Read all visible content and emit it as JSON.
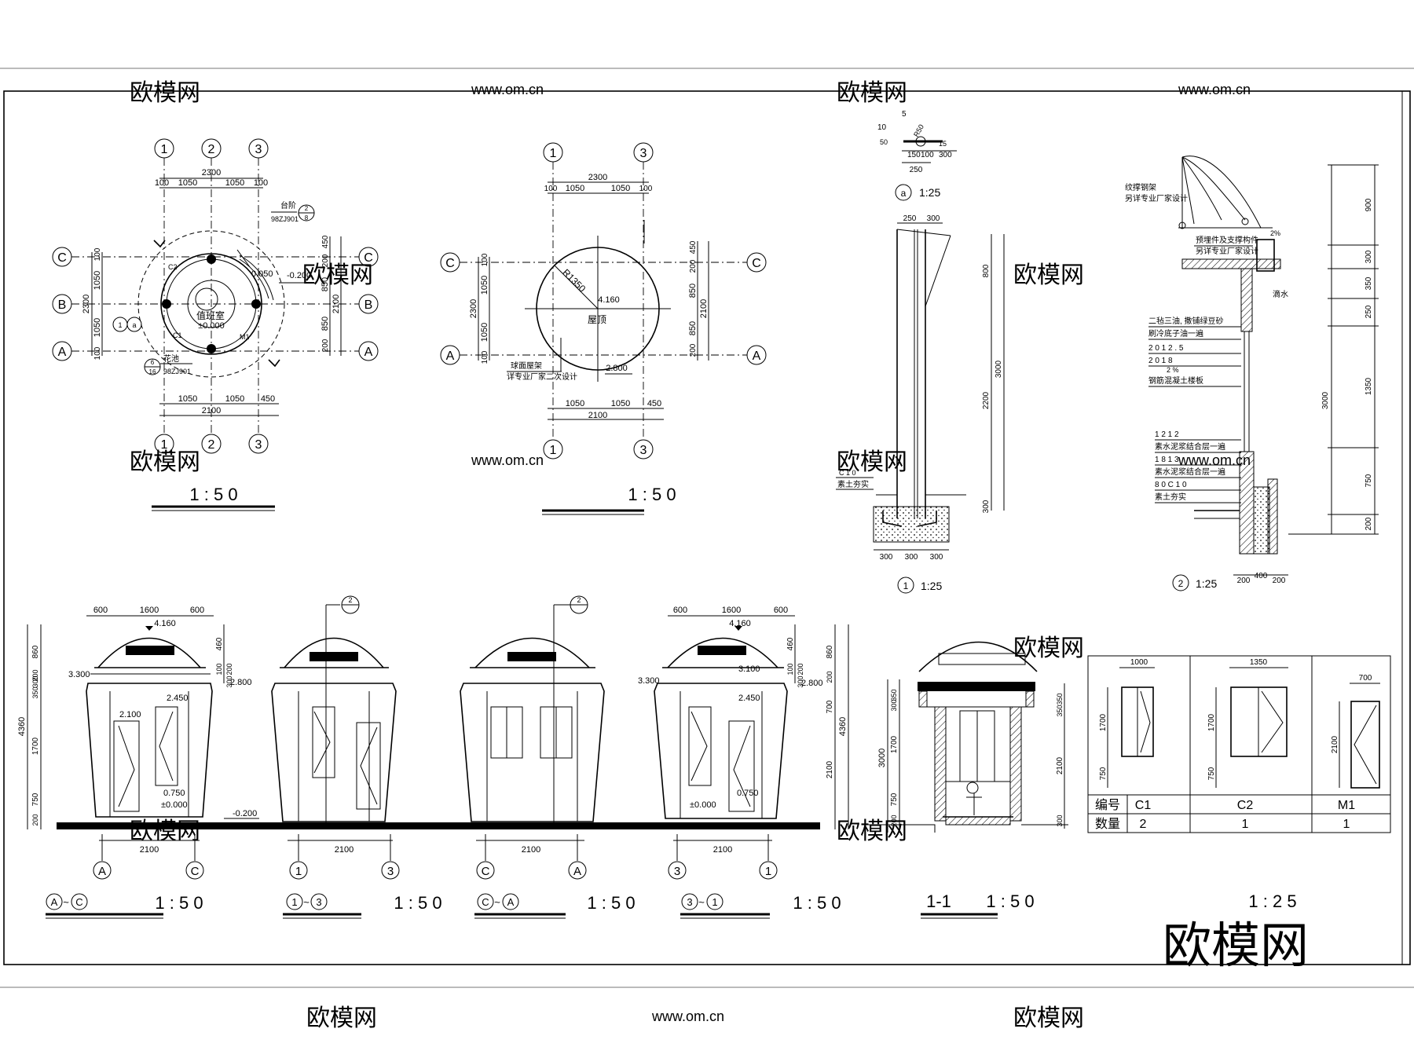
{
  "watermark": {
    "brand": "欧模网",
    "domain": "www.om.cn",
    "logo_text": "欧模网"
  },
  "plan": {
    "grid_top": [
      "1",
      "2",
      "3"
    ],
    "grid_bottom": [
      "1",
      "2",
      "3"
    ],
    "grid_left": [
      "C",
      "B",
      "A"
    ],
    "grid_right": [
      "C",
      "B",
      "A"
    ],
    "dim_total_top": "2300",
    "dim_segments_top": [
      "100",
      "1050",
      "1050",
      "100"
    ],
    "dim_segments_bottom": [
      "1050",
      "1050",
      "450"
    ],
    "dim_total_bottom": "2100",
    "dim_left_total": "2300",
    "dim_left_segments": [
      "100",
      "1050",
      "1050",
      "100"
    ],
    "dim_right_segments": [
      "200",
      "850",
      "850",
      "200",
      "450"
    ],
    "dim_right_total": "2100",
    "room_label": "值班室",
    "floor_level": "±0.000",
    "outside_level": "-0.200",
    "step_level": "0.050",
    "step_label": "台阶",
    "step_ref": "98ZJ901",
    "step_ref_num": "2",
    "step_ref_den": "8",
    "planter_label": "花池",
    "planter_ref": "98ZJ901",
    "planter_ref_num": "6",
    "planter_ref_den": "16",
    "detail_ref": "a",
    "section_ref": "1",
    "window_c1": "C1",
    "window_c2": "C2",
    "door_m1": "M1",
    "scale": "1 : 5 0"
  },
  "roof_plan": {
    "grid_top": [
      "1",
      "3"
    ],
    "grid_bottom": [
      "1",
      "3"
    ],
    "grid_left": [
      "C",
      "A"
    ],
    "grid_right": [
      "C",
      "A"
    ],
    "dim_total_top": "2300",
    "dim_segments_top": [
      "100",
      "1050",
      "1050",
      "100"
    ],
    "dim_segments_bottom": [
      "1050",
      "1050",
      "450"
    ],
    "dim_total_bottom": "2100",
    "dim_left_total": "2300",
    "dim_left_segments": [
      "100",
      "1050",
      "1050",
      "100"
    ],
    "dim_right_segments": [
      "200",
      "850",
      "850",
      "200",
      "450"
    ],
    "dim_right_total": "2100",
    "radius": "R1350",
    "roof_level": "4.160",
    "roof_label": "屋顶",
    "eave_level": "2.800",
    "note_line1": "球面屋架",
    "note_line2": "详专业厂家二次设计",
    "scale": "1 : 5 0"
  },
  "detail_a": {
    "dims_top": [
      "10",
      "5"
    ],
    "dim_50": "50",
    "dim_r": "R50",
    "dim_15": "15",
    "dims_row": [
      "150",
      "100",
      "300"
    ],
    "dim_250": "250",
    "title": "a",
    "scale": "1:25"
  },
  "section_1": {
    "dims_top": [
      "250",
      "300"
    ],
    "dim_right": [
      "800",
      "2200",
      "300"
    ],
    "dim_total": "3000",
    "dims_bottom": [
      "300",
      "300",
      "300"
    ],
    "note_c10": "C 1 0",
    "note_soil": "素土夯实",
    "title": "1",
    "scale": "1:25"
  },
  "section_2": {
    "note_lines": [
      "纹撑钢架",
      "另详专业厂家设计",
      "预埋件及支撑构件",
      "另详专业厂家设计",
      "二毡三油, 撒铺绿豆砂",
      "刷冷底子油一遍",
      "2 0 1 2 . 5",
      "2 0      1 8",
      "2 %",
      "钢筋混凝土楼板",
      "1 2 1 2",
      "素水泥浆结合层一遍",
      "1 8 1 3",
      "素水泥浆结合层一遍",
      "8 0 C 1 0",
      "素土夯实"
    ],
    "drip_label": "滴水",
    "slope": "2%",
    "dim_right": [
      "900",
      "300",
      "350",
      "250",
      "1350",
      "750",
      "200"
    ],
    "dim_total": "3000",
    "dims_bottom": [
      "200",
      "400",
      "200"
    ],
    "title": "2",
    "scale": "1:25"
  },
  "elevations": [
    {
      "top_dims": [
        "600",
        "1600",
        "600"
      ],
      "levels": [
        "4.160",
        "3.300",
        "2.800",
        "2.450",
        "2.100",
        "0.750",
        "±0.000",
        "-0.200"
      ],
      "left_dims": [
        "860",
        "200",
        "350",
        "300",
        "1700",
        "750",
        "200"
      ],
      "left_total": "4360",
      "right_dims": [
        "460",
        "100",
        "200",
        "300"
      ],
      "bottom_dim": "2100",
      "axes": [
        "A",
        "C"
      ],
      "title_a": "A",
      "title_b": "C",
      "scale": "1 : 5 0"
    },
    {
      "section_mark": "2",
      "bottom_dim": "2100",
      "axes": [
        "1",
        "3"
      ],
      "title_a": "1",
      "title_b": "3",
      "scale": "1 : 5 0"
    },
    {
      "section_mark": "2",
      "bottom_dim": "2100",
      "axes": [
        "C",
        "A"
      ],
      "title_a": "C",
      "title_b": "A",
      "scale": "1 : 5 0"
    },
    {
      "top_dims": [
        "600",
        "1600",
        "600"
      ],
      "levels": [
        "4.160",
        "3.300",
        "3.100",
        "2.800",
        "2.450",
        "0.750",
        "±0.000"
      ],
      "right_dims": [
        "460",
        "100",
        "200",
        "300",
        "700",
        "2100",
        "4360",
        "860",
        "200"
      ],
      "bottom_dim": "2100",
      "axes": [
        "3",
        "1"
      ],
      "title_a": "3",
      "title_b": "1",
      "scale": "1 : 5 0"
    }
  ],
  "section_11": {
    "left_dims": [
      "350",
      "300",
      "1700",
      "750",
      "200"
    ],
    "left_total": "3000",
    "right_dims": [
      "350",
      "350",
      "2100",
      "300"
    ],
    "title": "1-1",
    "scale": "1 : 5 0"
  },
  "schedule": {
    "c1_width": "1000",
    "c1_heights": [
      "1700",
      "750"
    ],
    "c2_width": "1350",
    "c2_heights": [
      "1700",
      "750"
    ],
    "m1_width": "700",
    "m1_height": "2100",
    "header_label": "编号",
    "count_label": "数量",
    "codes": [
      "C1",
      "C2",
      "M1"
    ],
    "counts": [
      "2",
      "1",
      "1"
    ],
    "scale": "1 : 2 5"
  }
}
